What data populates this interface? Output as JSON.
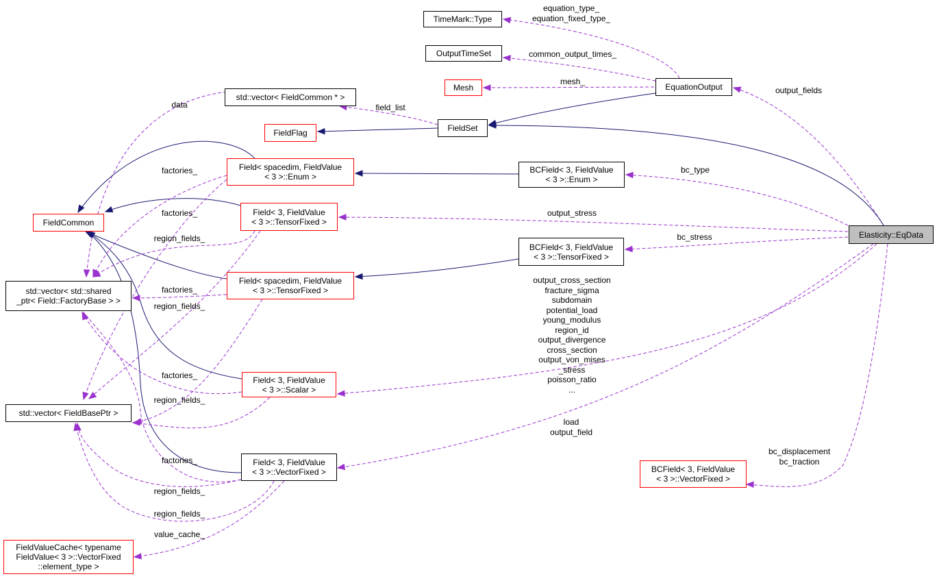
{
  "colors": {
    "inheritance_edge": "#191970",
    "usage_edge": "#9a32cd",
    "node_border_default": "#000000",
    "node_border_incomplete": "#ff0000",
    "focus_fill": "#bfbfbf"
  },
  "nodes": {
    "timemark_type": {
      "lines": [
        "TimeMark::Type"
      ]
    },
    "output_time_set": {
      "lines": [
        "OutputTimeSet"
      ]
    },
    "mesh": {
      "lines": [
        "Mesh"
      ]
    },
    "equation_output": {
      "lines": [
        "EquationOutput"
      ]
    },
    "std_vector_fieldcommon": {
      "lines": [
        "std::vector< FieldCommon * >"
      ]
    },
    "field_flag": {
      "lines": [
        "FieldFlag"
      ]
    },
    "field_set": {
      "lines": [
        "FieldSet"
      ]
    },
    "field_common": {
      "lines": [
        "FieldCommon"
      ]
    },
    "field_spacedim_enum": {
      "lines": [
        "Field< spacedim, FieldValue",
        "< 3 >::Enum >"
      ]
    },
    "bcfield_enum": {
      "lines": [
        "BCField< 3, FieldValue",
        "< 3 >::Enum >"
      ]
    },
    "field3_tensorfixed": {
      "lines": [
        "Field< 3, FieldValue",
        "< 3 >::TensorFixed >"
      ]
    },
    "elasticity_eqdata": {
      "lines": [
        "Elasticity::EqData"
      ]
    },
    "bcfield_tensorfixed": {
      "lines": [
        "BCField< 3, FieldValue",
        "< 3 >::TensorFixed >"
      ]
    },
    "std_vector_shared_ptr": {
      "lines": [
        "std::vector< std::shared",
        "_ptr< Field::FactoryBase > >"
      ]
    },
    "field_spacedim_tensorfixed": {
      "lines": [
        "Field< spacedim, FieldValue",
        "< 3 >::TensorFixed >"
      ]
    },
    "field3_scalar": {
      "lines": [
        "Field< 3, FieldValue",
        "< 3 >::Scalar >"
      ]
    },
    "std_vector_fieldbaseptr": {
      "lines": [
        "std::vector< FieldBasePtr >"
      ]
    },
    "field3_vectorfixed": {
      "lines": [
        "Field< 3, FieldValue",
        "< 3 >::VectorFixed >"
      ]
    },
    "bcfield_vectorfixed": {
      "lines": [
        "BCField< 3, FieldValue",
        "< 3 >::VectorFixed >"
      ]
    },
    "fieldvaluecache": {
      "lines": [
        "FieldValueCache< typename",
        "FieldValue< 3 >::VectorFixed",
        "::element_type >"
      ]
    }
  },
  "edge_labels": {
    "equation_type": [
      "equation_type_",
      "equation_fixed_type_"
    ],
    "common_output_times": [
      "common_output_times_"
    ],
    "mesh": [
      "mesh_"
    ],
    "output_fields": [
      "output_fields"
    ],
    "data": [
      "data"
    ],
    "field_list": [
      "field_list"
    ],
    "factories_1": [
      "factories_"
    ],
    "bc_type": [
      "bc_type"
    ],
    "factories_2": [
      "factories_"
    ],
    "output_stress": [
      "output_stress"
    ],
    "region_fields_1": [
      "region_fields_"
    ],
    "bc_stress": [
      "bc_stress"
    ],
    "factories_3": [
      "factories_"
    ],
    "region_fields_2": [
      "region_fields_"
    ],
    "scalar_fields": [
      "output_cross_section",
      "fracture_sigma",
      "subdomain",
      "potential_load",
      "young_modulus",
      "region_id",
      "output_divergence",
      "cross_section",
      "output_von_mises",
      "_stress",
      "poisson_ratio",
      "..."
    ],
    "factories_4": [
      "factories_"
    ],
    "region_fields_3": [
      "region_fields_"
    ],
    "vector_fields": [
      "load",
      "output_field"
    ],
    "bc_displacement": [
      "bc_displacement",
      "bc_traction"
    ],
    "factories_5": [
      "factories_"
    ],
    "region_fields_4": [
      "region_fields_"
    ],
    "region_fields_5": [
      "region_fields_"
    ],
    "value_cache": [
      "value_cache_"
    ]
  }
}
